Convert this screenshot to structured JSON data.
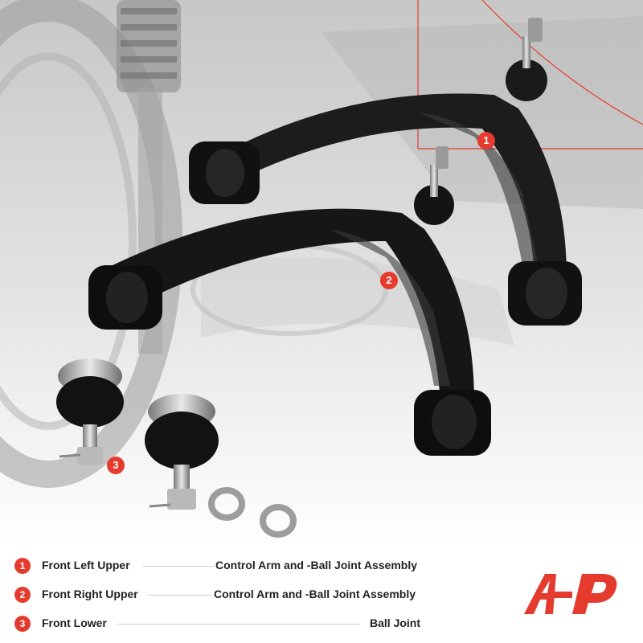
{
  "callouts": [
    "1",
    "2",
    "3"
  ],
  "legend": [
    {
      "num": "1",
      "label": "Front Left Upper",
      "desc": "Control Arm and -Ball Joint Assembly"
    },
    {
      "num": "2",
      "label": "Front Right Upper",
      "desc": "Control Arm and -Ball Joint Assembly"
    },
    {
      "num": "3",
      "label": "Front Lower",
      "desc": "Ball Joint"
    }
  ],
  "colors": {
    "accent": "#e53a2e",
    "text": "#222222"
  },
  "logo_icon": "a-premium-logo-icon"
}
